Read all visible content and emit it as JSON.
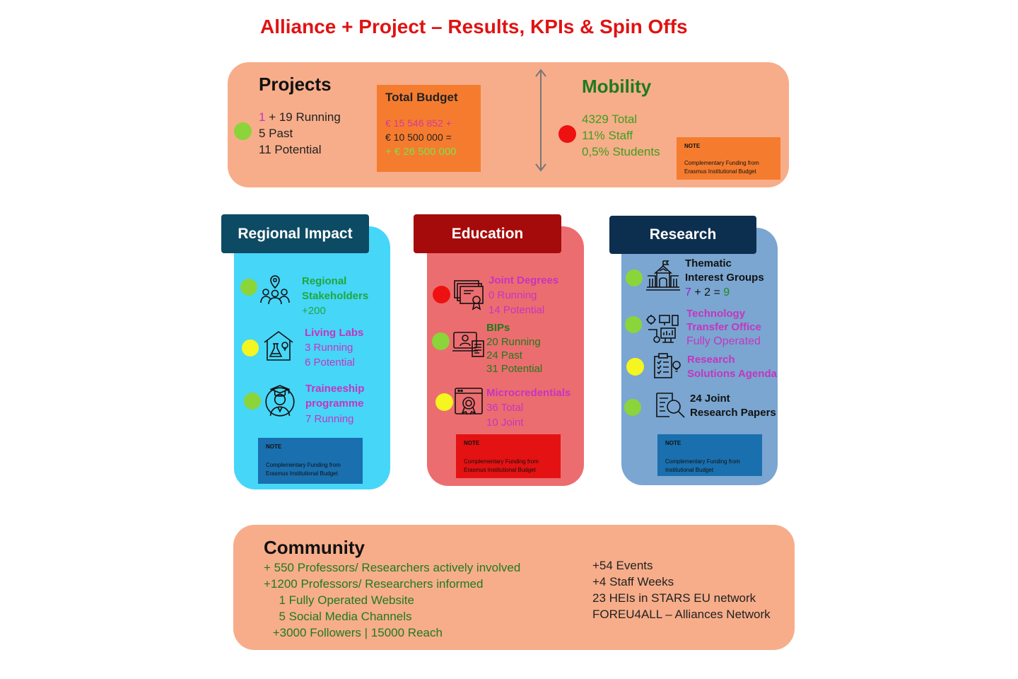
{
  "title": "Alliance + Project – Results, KPIs & Spin Offs",
  "colors": {
    "title_red": "#e01313",
    "panel_salmon": "#f7ad8a",
    "regional_card": "#46d6f8",
    "regional_tab": "#0d4a63",
    "education_card": "#ec6d6f",
    "education_tab": "#a50b0b",
    "research_card": "#7aa6d1",
    "research_tab": "#0d2f4f",
    "green_dot": "#8bd43a",
    "yellow_dot": "#f5f520",
    "red_dot": "#ee1111"
  },
  "projects": {
    "heading": "Projects",
    "running_one": "1",
    "running_rest": " + 19 Running",
    "past": "5 Past",
    "potential": "11 Potential",
    "status_dot": "green"
  },
  "budget": {
    "heading": "Total Budget",
    "line1": "€ 15 546 852 +",
    "line2": "€ 10 500 000 =",
    "line3": "+ € 26 500 000"
  },
  "mobility": {
    "heading": "Mobility",
    "total": "4329 Total",
    "staff": "11% Staff",
    "students": "0,5% Students",
    "status_dot": "red",
    "note_heading": "NOTE",
    "note_line1": "Complementary Funding from",
    "note_line2": "Erasmus Institutional Budget"
  },
  "regional": {
    "tab": "Regional Impact",
    "items": [
      {
        "icon": "stakeholders-icon",
        "dot": "green",
        "lines": [
          "Regional",
          "Stakeholders"
        ],
        "value": "+200"
      },
      {
        "icon": "living-lab-icon",
        "dot": "yellow",
        "lines": [
          "Living Labs"
        ],
        "values": [
          "3 Running",
          "6 Potential"
        ]
      },
      {
        "icon": "graduate-icon",
        "dot": "green",
        "lines": [
          "Traineeship",
          "programme"
        ],
        "values": [
          "7 Running"
        ]
      }
    ],
    "note_heading": "NOTE",
    "note_line1": "Complementary Funding from",
    "note_line2": "Erasmus Institutional Budget"
  },
  "education": {
    "tab": "Education",
    "items": [
      {
        "icon": "certificate-icon",
        "dot": "red",
        "title": "Joint Degrees",
        "values": [
          "0 Running",
          "14 Potential"
        ]
      },
      {
        "icon": "online-learning-icon",
        "dot": "green",
        "title": "BIPs",
        "values": [
          "20 Running",
          "24 Past",
          "31 Potential"
        ]
      },
      {
        "icon": "micro-certificate-icon",
        "dot": "yellow",
        "title": "Microcredentials",
        "values": [
          "36 Total",
          "10 Joint"
        ]
      }
    ],
    "note_heading": "NOTE",
    "note_line1": "Complementary Funding from",
    "note_line2": "Erasmus Institutional Budget"
  },
  "research": {
    "tab": "Research",
    "items": [
      {
        "icon": "university-icon",
        "dot": "green",
        "lines": [
          "Thematic",
          "Interest Groups"
        ],
        "eq": {
          "a": "7",
          "op1": " + 2 = ",
          "b": "9"
        }
      },
      {
        "icon": "technology-transfer-icon",
        "dot": "green",
        "lines": [
          "Technology",
          "Transfer Office"
        ],
        "value": "Fully Operated"
      },
      {
        "icon": "agenda-icon",
        "dot": "yellow",
        "lines": [
          "Research",
          "Solutions Agenda"
        ]
      },
      {
        "icon": "paper-search-icon",
        "dot": "green",
        "lines": [
          "24 Joint",
          "Research Papers"
        ]
      }
    ],
    "note_heading": "NOTE",
    "note_line1": "Complementary Funding from",
    "note_line2": "Institutional Budget"
  },
  "community": {
    "heading": "Community",
    "left": [
      "+ 550 Professors/ Researchers actively involved",
      "+1200 Professors/ Researchers informed",
      "  1 Fully Operated Website",
      "  5 Social Media Channels",
      " +3000 Followers | 15000 Reach"
    ],
    "right": [
      "+54 Events",
      "+4 Staff Weeks",
      "23 HEIs in STARS EU network",
      "FOREU4ALL – Alliances Network"
    ]
  }
}
